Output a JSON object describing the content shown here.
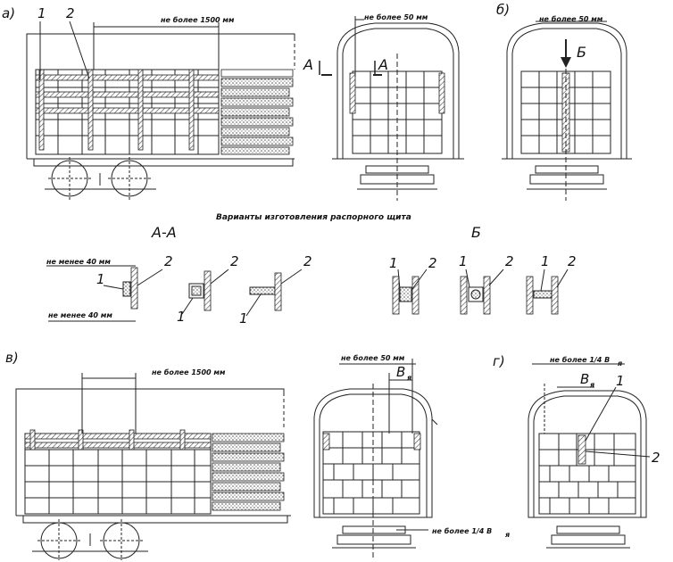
{
  "caption": "Варианты изготовления распорного щита",
  "panels": {
    "a": "а)",
    "b": "б)",
    "v": "в)",
    "g": "г)"
  },
  "sections": {
    "aa": "А-А",
    "b": "Б"
  },
  "markers": {
    "a_left": "А",
    "a_right": "А",
    "b_arrow": "Б"
  },
  "callouts": {
    "one": "1",
    "two": "2"
  },
  "dimensions": {
    "max1500": "не более 1500 мм",
    "max50_a": "не более 50 мм",
    "max50_b": "не более 50 мм",
    "max50_v": "не более 50 мм",
    "min40_top": "не менее 40 мм",
    "min40_bottom": "не менее 40 мм",
    "quarter_prefix": "не более 1/4 B",
    "sub_ya": "я",
    "b_ya": "B"
  },
  "colors": {
    "ink": "#222222",
    "hatch": "#555555",
    "paper": "#ffffff"
  }
}
